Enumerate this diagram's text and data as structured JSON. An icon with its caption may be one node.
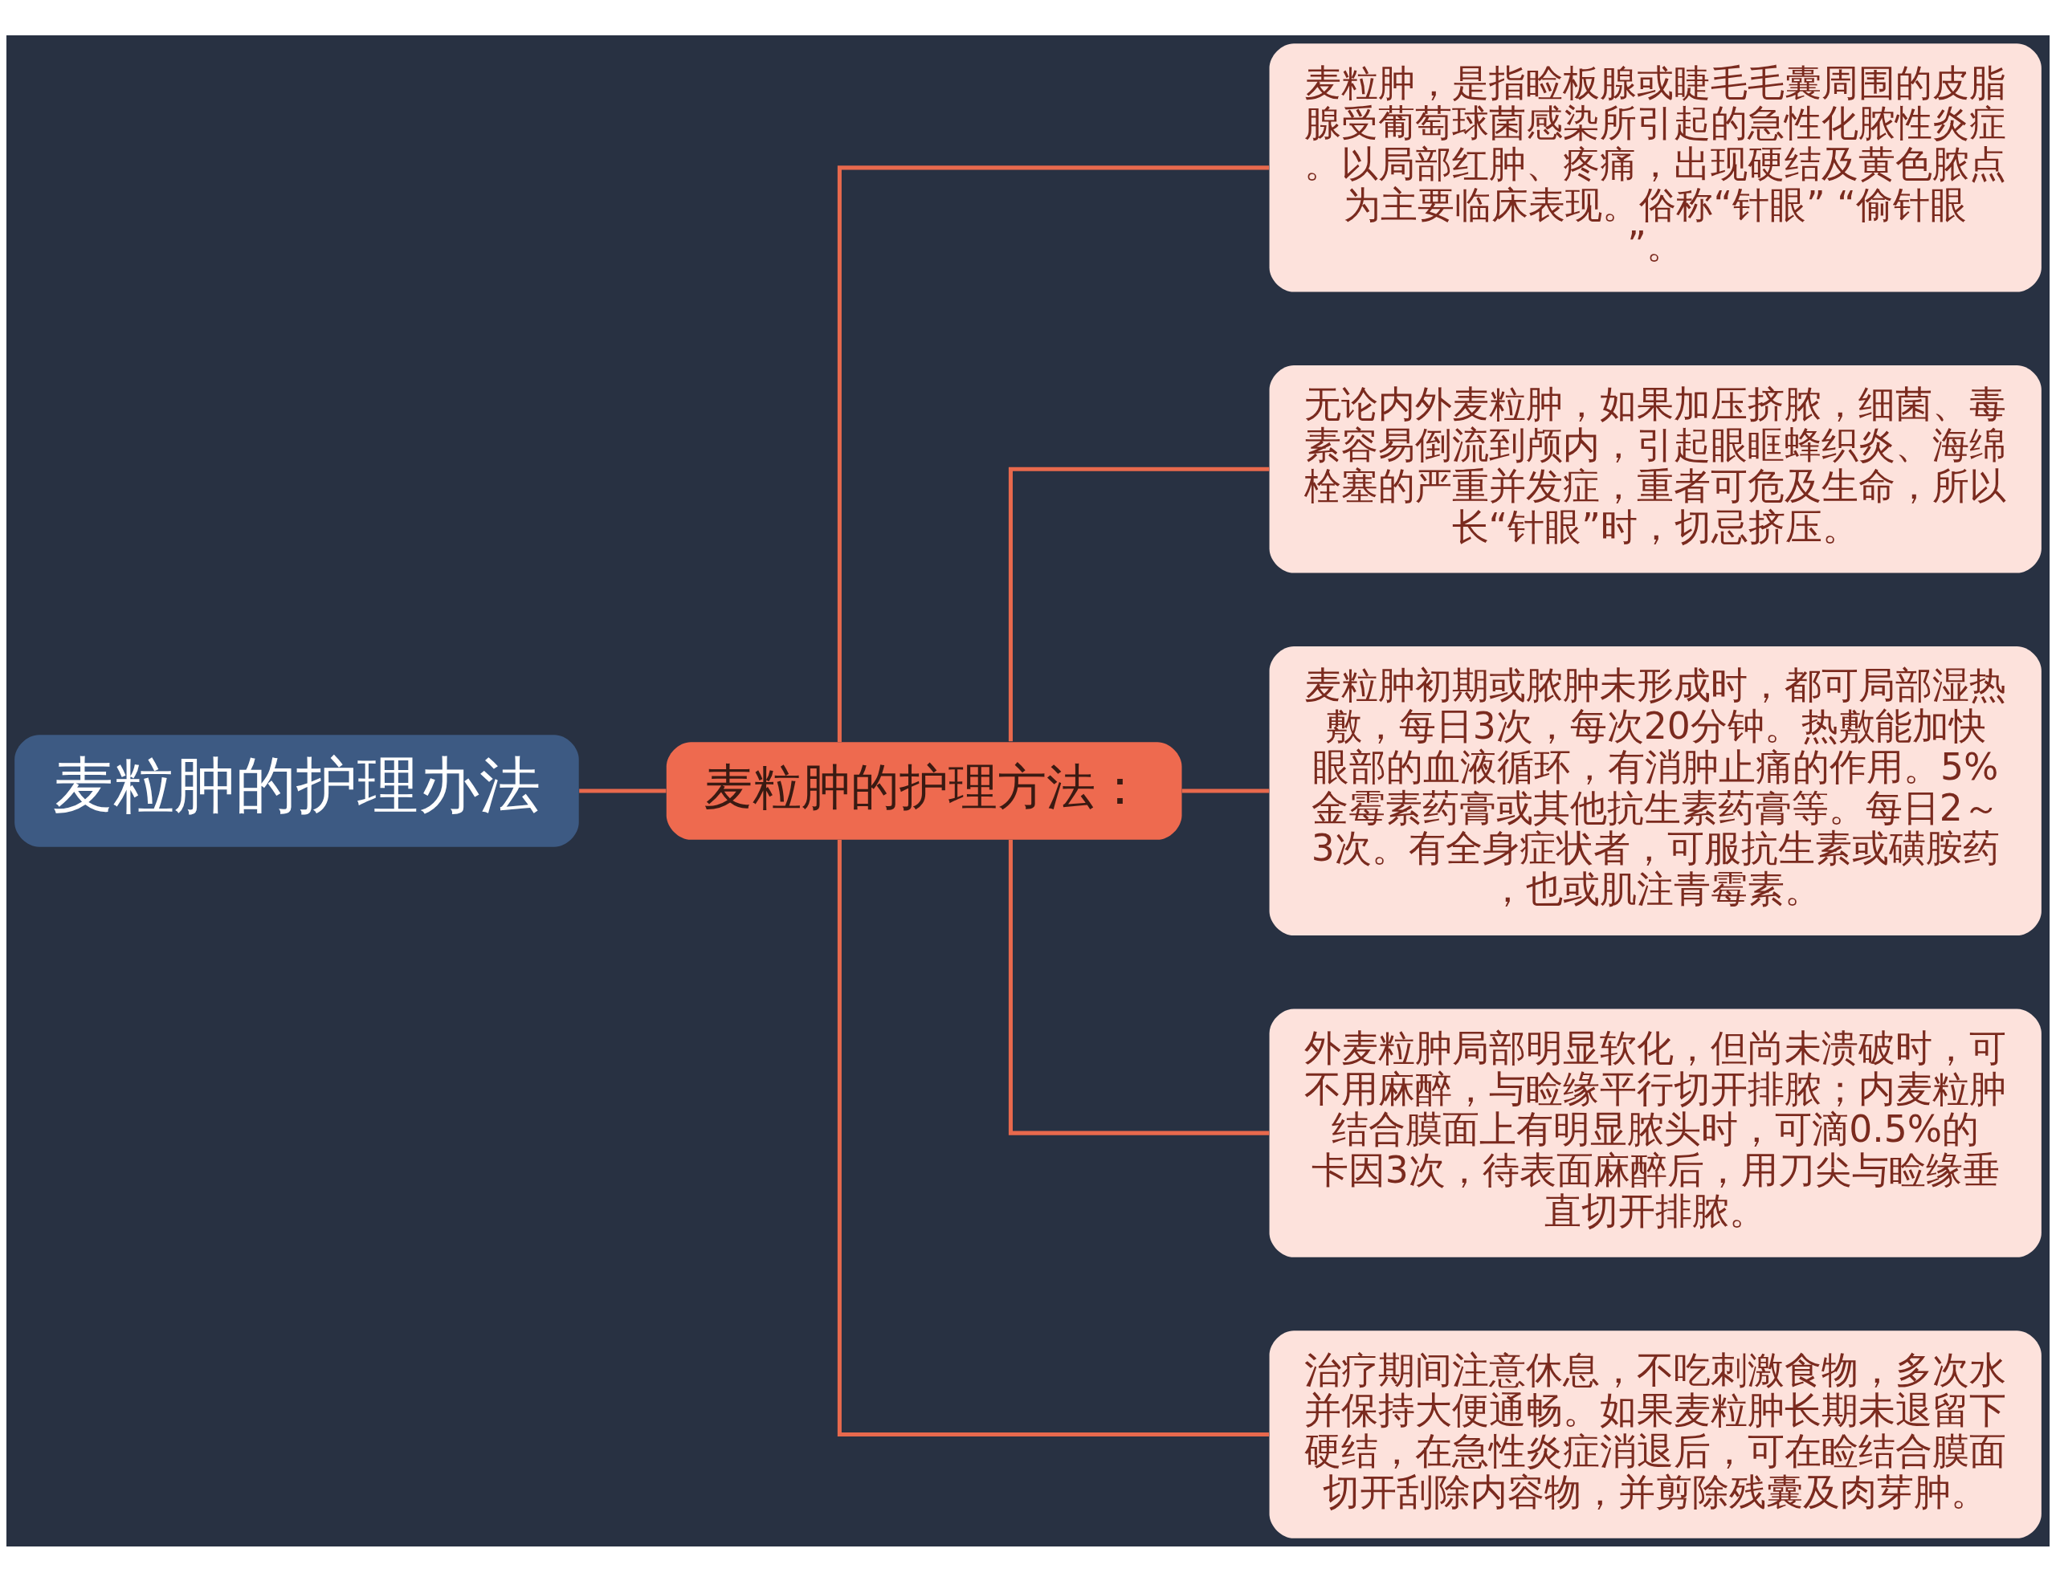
{
  "diagram": {
    "nodes": [
      {
        "text": [
          "麦粒肿的护理办法"
        ]
      },
      {
        "text": [
          "麦粒肿的护理方法："
        ]
      },
      {
        "text": [
          "麦粒肿，是指睑板腺或睫毛毛囊周围的皮脂腺受葡萄球菌感染所引起的急性化脓性炎症。以局部红肿、疼痛，出现硬结及黄色脓点为主要临床表现。俗称“针眼” “偷针眼”。"
        ]
      },
      {
        "text": [
          "无论内外麦粒肿，如果加压挤脓，细菌、毒素容易倒流到颅内，引起眼眶蜂织炎、海绵栓塞的严重并发症，重者可危及生命，所以长“针眼”时，切忌挤压。"
        ]
      },
      {
        "text": [
          "麦粒肿初期或脓肿未形成时，都可局部湿热敷，每日3次，每次20分钟。热敷能加快眼部的血液循环，有消肿止痛的作用。5%金霉素药膏或其他抗生素药膏等。每日2～3次。有全身症状者，可服抗生素或磺胺药，也或肌注青霉素。"
        ]
      },
      {
        "text": [
          "外麦粒肿局部明显软化，但尚未溃破时，可不用麻醉，与睑缘平行切开排脓；内麦粒肿结合膜面上有明显脓头时，可滴0.5%的卡因3次，待表面麻醉后，用刀尖与睑缘垂直切开排脓。"
        ]
      },
      {
        "text": [
          "治疗期间注意休息，不吃刺激食物，多次水并保持大便通畅。如果麦粒肿长期未退留下硬结，在急性炎症消退后，可在睑结合膜面切开刮除内容物，并剪除残囊及肉芽肿。"
        ]
      }
    ],
    "edges": [
      {
        "from": 0,
        "to": 1,
        "arrow": "none"
      },
      {
        "from": 1,
        "to": 2,
        "arrow": "none"
      },
      {
        "from": 1,
        "to": 3,
        "arrow": "none"
      },
      {
        "from": 1,
        "to": 4,
        "arrow": "none"
      },
      {
        "from": 1,
        "to": 5,
        "arrow": "none"
      },
      {
        "from": 1,
        "to": 6,
        "arrow": "none"
      }
    ]
  }
}
